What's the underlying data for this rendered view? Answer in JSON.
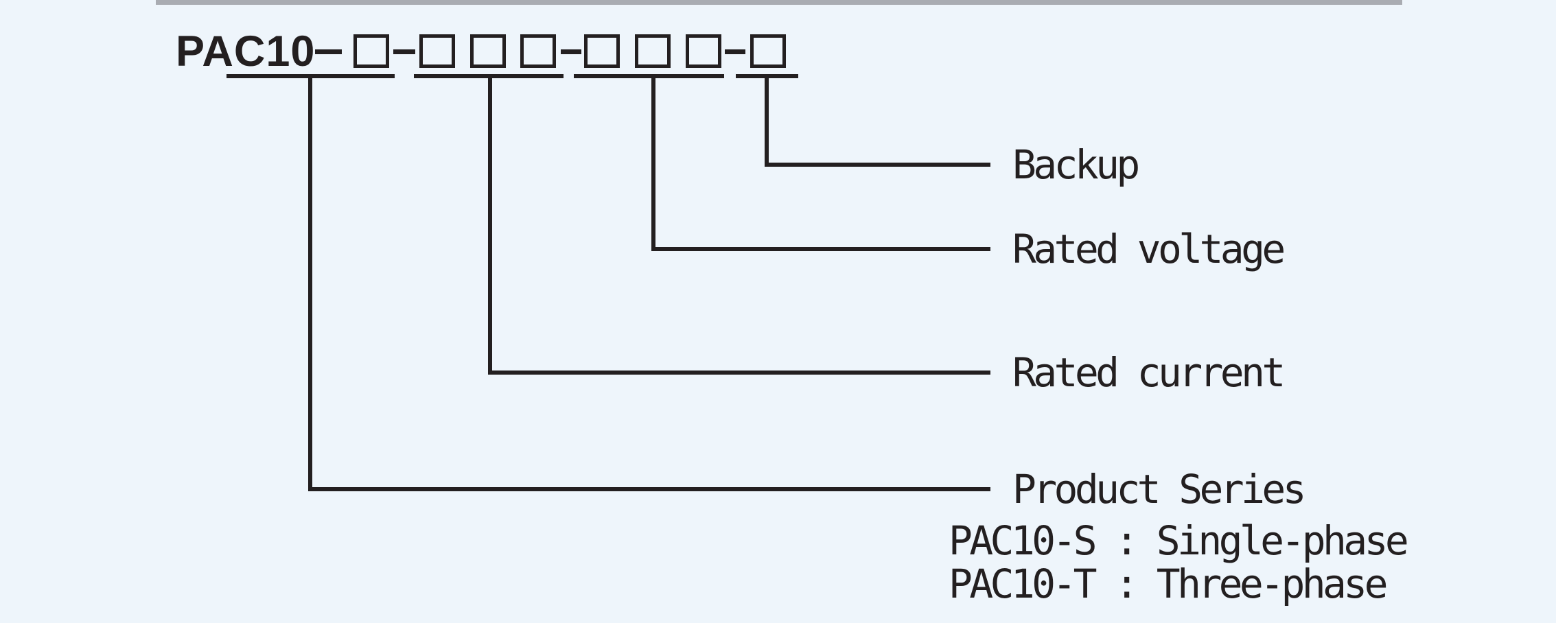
{
  "diagram": {
    "code": {
      "prefix": "PAC10",
      "pattern": "PAC10-□-□□□-□□□-□"
    },
    "callouts": [
      {
        "label": "Backup"
      },
      {
        "label": "Rated voltage"
      },
      {
        "label": "Rated current"
      },
      {
        "label": "Product Series"
      }
    ],
    "series_options": [
      {
        "code": "PAC10-S",
        "meaning": "Single-phase",
        "text": "PAC10-S : Single-phase"
      },
      {
        "code": "PAC10-T",
        "meaning": "Three-phase",
        "text": "PAC10-T : Three-phase"
      }
    ],
    "colors": {
      "background": "#eef5fb",
      "ink": "#231f20",
      "top_bar": "#a9acb2"
    }
  }
}
